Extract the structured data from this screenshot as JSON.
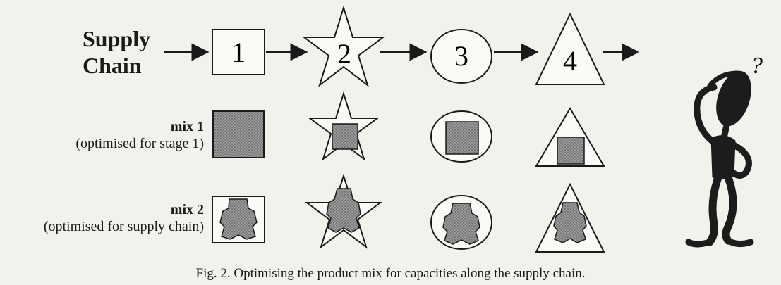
{
  "diagram": {
    "title_line1": "Supply",
    "title_line2": "Chain",
    "stages": [
      "1",
      "2",
      "3",
      "4"
    ],
    "rows": [
      {
        "name": "mix 1",
        "note": "(optimised for stage 1)"
      },
      {
        "name": "mix 2",
        "note": "(optimised for supply chain)"
      }
    ],
    "question_mark": "?",
    "caption": "Fig. 2. Optimising the product mix for capacities along the supply chain."
  }
}
